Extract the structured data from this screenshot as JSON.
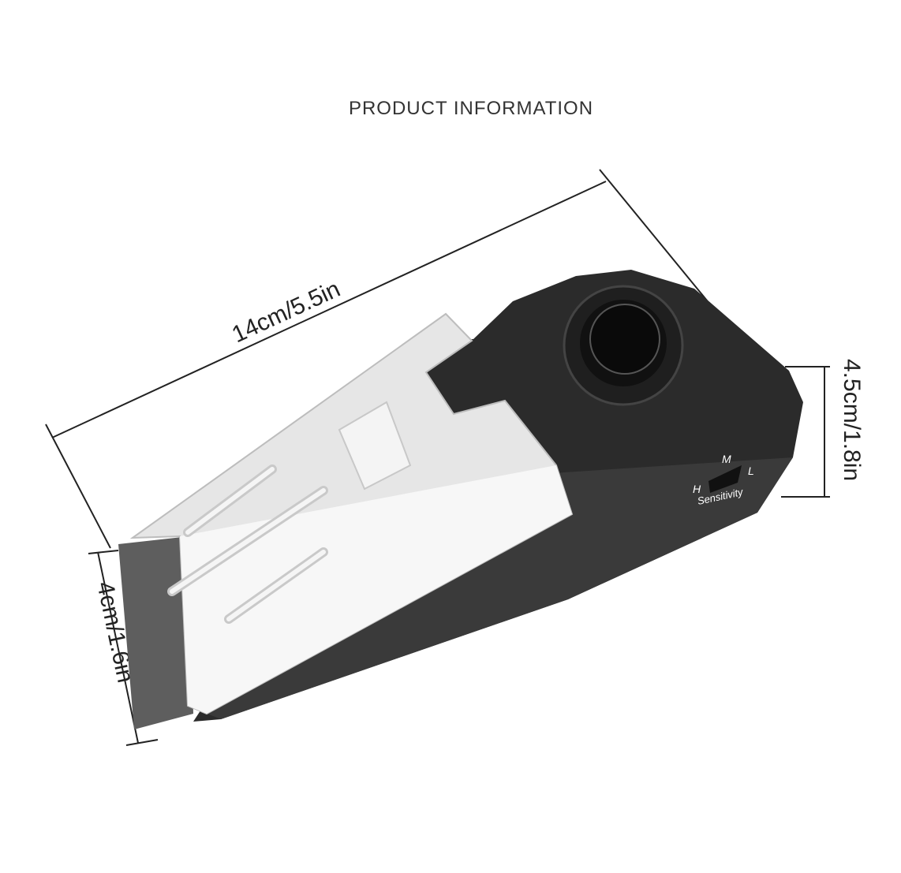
{
  "title": "PRODUCT INFORMATION",
  "dimensions": {
    "length": "14cm/5.5in",
    "height": "4.5cm/1.8in",
    "width": "4cm/1.6in"
  },
  "switch": {
    "label": "Sensitivity",
    "positions": [
      "H",
      "M",
      "L"
    ]
  },
  "colors": {
    "body": "#2b2b2b",
    "plate": "#e4e4e4",
    "base": "#5a5a5a"
  }
}
